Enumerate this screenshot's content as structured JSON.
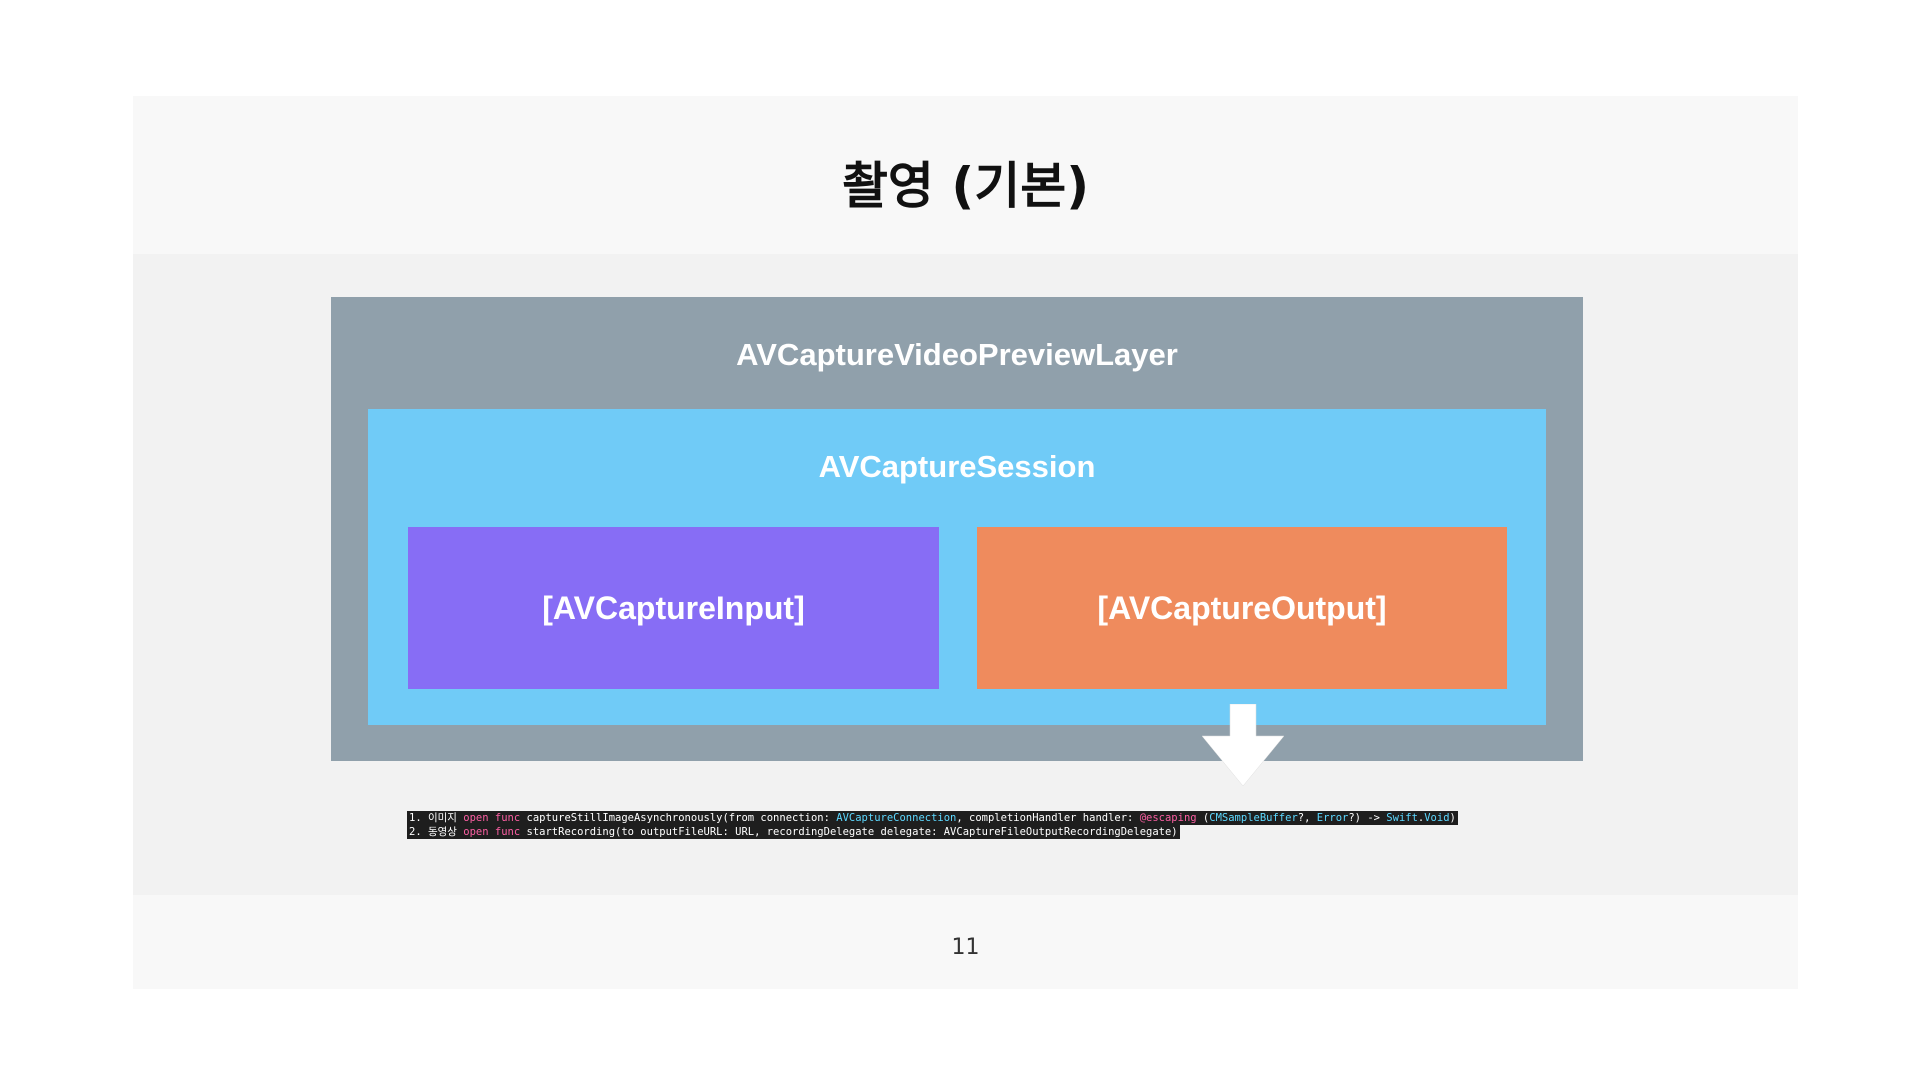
{
  "slide": {
    "title": "촬영 (기본)",
    "page_number": "11"
  },
  "diagram": {
    "preview_layer_label": "AVCaptureVideoPreviewLayer",
    "session_label": "AVCaptureSession",
    "input_label": "[AVCaptureInput]",
    "output_label": "[AVCaptureOutput]",
    "arrow_icon": "down-arrow",
    "colors": {
      "preview_layer": "#90a0ab",
      "session": "#70cbf7",
      "input": "#876df5",
      "output": "#ef8b5d"
    }
  },
  "code": {
    "line1": {
      "prefix": "1. 이미지 ",
      "kw": "open func",
      "name": " captureStillImageAsynchronously(from connection: ",
      "type1": "AVCaptureConnection",
      "mid": ", completionHandler handler: ",
      "attr": "@escaping",
      "open_paren": " (",
      "type2": "CMSampleBuffer",
      "sep1": "?, ",
      "type3": "Error",
      "sep2": "?) -> ",
      "type4": "Swift",
      "dot": ".",
      "type5": "Void",
      "close": ")"
    },
    "line2": {
      "prefix": "2. 동영상 ",
      "kw": "open func",
      "rest": " startRecording(to outputFileURL: URL, recordingDelegate delegate: AVCaptureFileOutputRecordingDelegate)"
    }
  }
}
